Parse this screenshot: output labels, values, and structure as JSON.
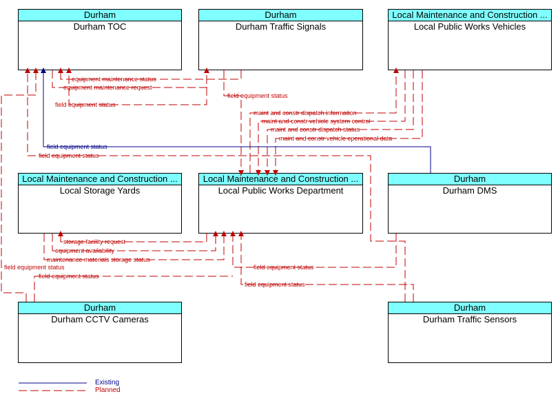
{
  "colors": {
    "planned": "#c00000",
    "existing": "#00008b",
    "header_fill": "#7fffff"
  },
  "nodes": {
    "toc": {
      "owner": "Durham",
      "name": "Durham TOC"
    },
    "signals": {
      "owner": "Durham",
      "name": "Durham Traffic Signals"
    },
    "vehicles": {
      "owner": "Local Maintenance and Construction ...",
      "name": "Local Public Works Vehicles"
    },
    "yards": {
      "owner": "Local Maintenance and Construction ...",
      "name": "Local Storage Yards"
    },
    "department": {
      "owner": "Local Maintenance and Construction ...",
      "name": "Local Public Works Department"
    },
    "dms": {
      "owner": "Durham",
      "name": "Durham DMS"
    },
    "cctv": {
      "owner": "Durham",
      "name": "Durham CCTV Cameras"
    },
    "sensors": {
      "owner": "Durham",
      "name": "Durham Traffic Sensors"
    }
  },
  "flows": {
    "f1": "equipment maintenance status",
    "f2": "equipment maintenance request",
    "f3": "field equipment status",
    "f4": "field equipment status",
    "f5": "maint and constr dispatch information",
    "f6": "maint and constr vehicle system control",
    "f7": "maint and constr dispatch status",
    "f8": "maint and constr vehicle operational data",
    "f9": "field equipment status",
    "f10": "field equipment status",
    "f11": "storage facility request",
    "f12": "equipment availability",
    "f13": "maintenance materials storage status",
    "f14": "field equipment status",
    "f15": "field equipment status",
    "f16": "field equipment status",
    "f17": "field equipment status"
  },
  "legend": {
    "existing": "Existing",
    "planned": "Planned"
  }
}
